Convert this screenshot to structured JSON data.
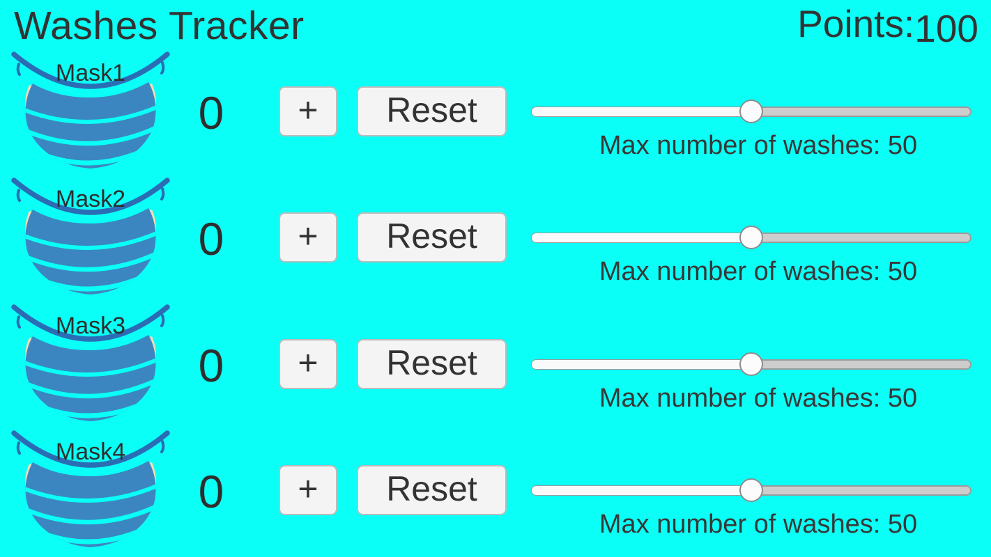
{
  "app": {
    "title": "Washes Tracker",
    "points_label": "Points:",
    "points_value": "100"
  },
  "colors": {
    "background": "#0afff6",
    "mask_body": "#3b86c0",
    "mask_strap": "#2b6db5",
    "ear_skin": "#f8dcb4",
    "button_bg": "#f4f4f4",
    "button_border": "#bcbcbc",
    "text_dark": "#333333",
    "slider_fill": "#f9f9f9",
    "slider_track": "#cdcdcd",
    "slider_border": "#9b9b9b"
  },
  "rows": [
    {
      "mask_label": "Mask1",
      "count": "0",
      "plus_label": "+",
      "reset_label": "Reset",
      "slider_percent": 50,
      "max_label": "Max number of washes: 50"
    },
    {
      "mask_label": "Mask2",
      "count": "0",
      "plus_label": "+",
      "reset_label": "Reset",
      "slider_percent": 50,
      "max_label": "Max number of washes: 50"
    },
    {
      "mask_label": "Mask3",
      "count": "0",
      "plus_label": "+",
      "reset_label": "Reset",
      "slider_percent": 50,
      "max_label": "Max number of washes: 50"
    },
    {
      "mask_label": "Mask4",
      "count": "0",
      "plus_label": "+",
      "reset_label": "Reset",
      "slider_percent": 50,
      "max_label": "Max number of washes: 50"
    }
  ]
}
